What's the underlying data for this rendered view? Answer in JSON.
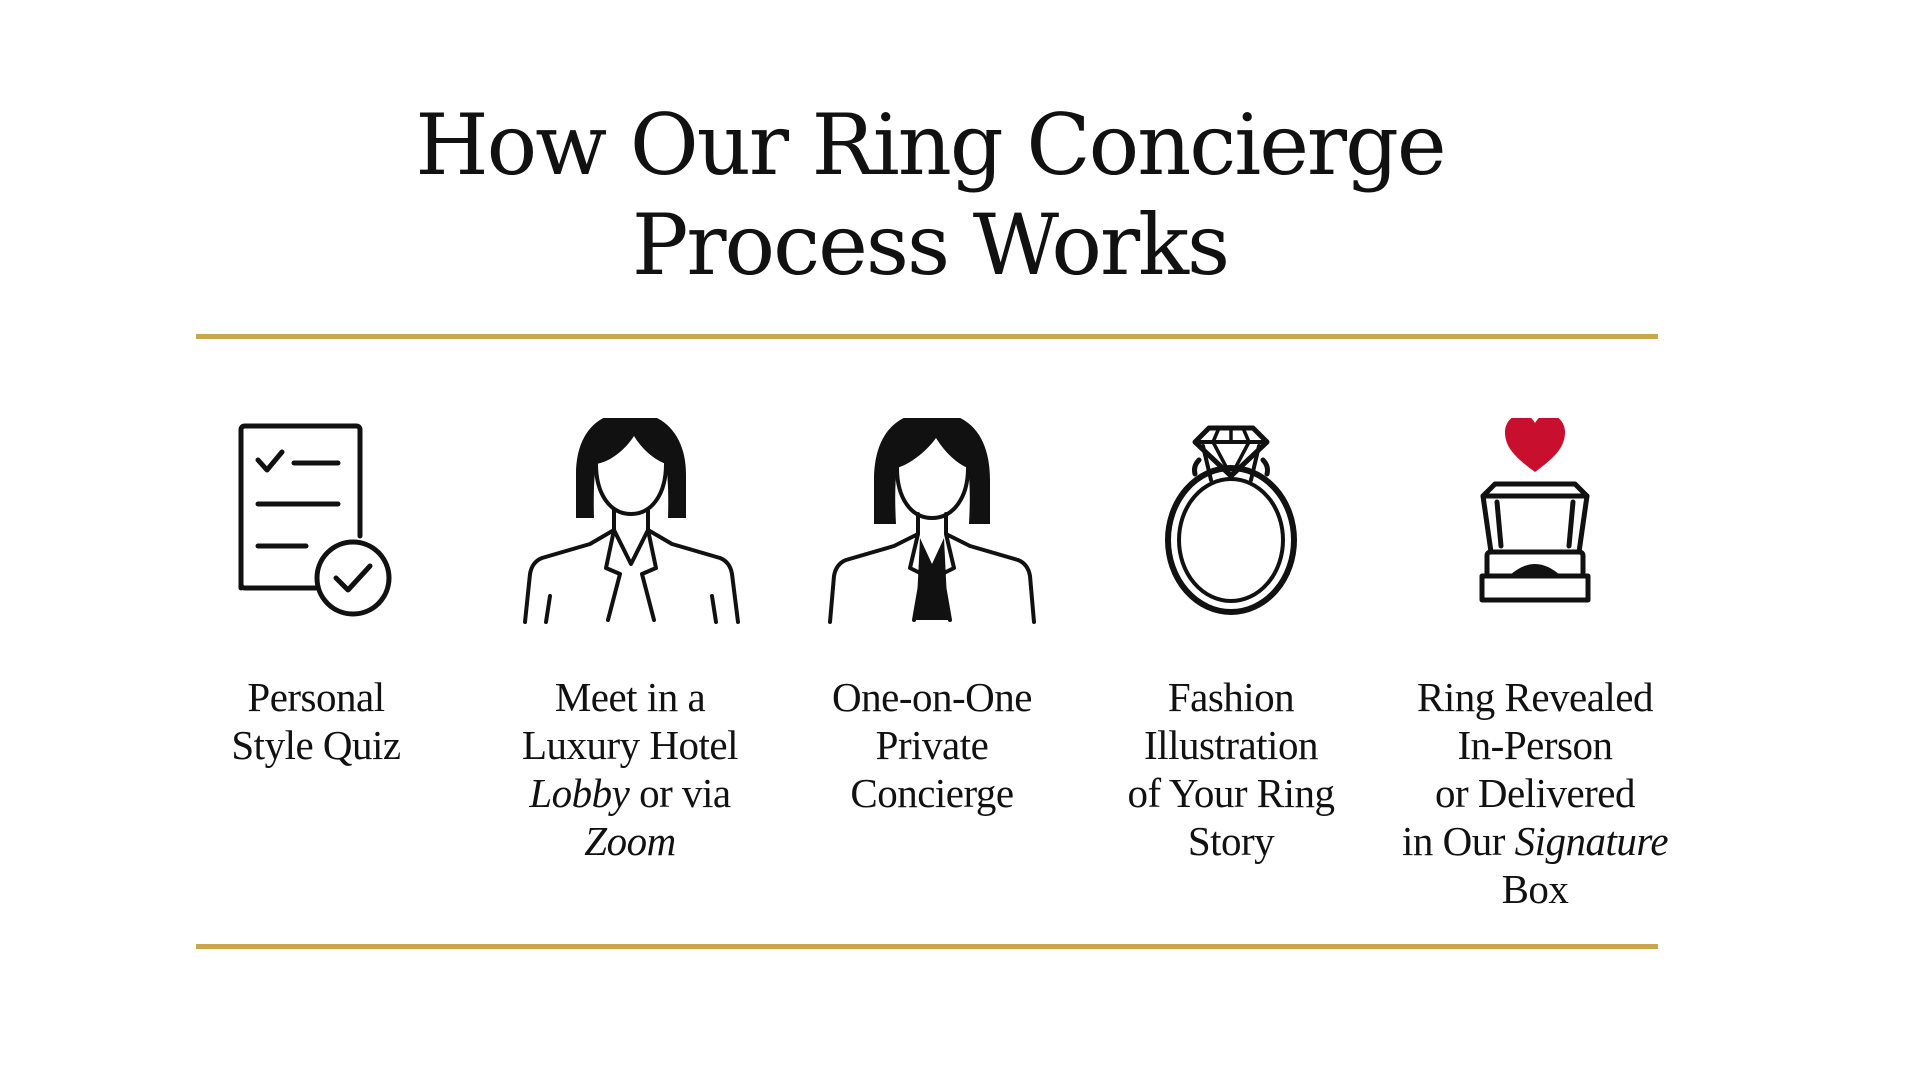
{
  "title": {
    "line1": "How Our Ring Concierge",
    "line2": "Process Works"
  },
  "colors": {
    "accent_gold": "#c9a84c",
    "heart_red": "#c8102e",
    "ink": "#111111"
  },
  "steps": [
    {
      "icon": "checklist-icon",
      "lines": [
        "Personal",
        "Style Quiz"
      ]
    },
    {
      "icon": "consultant-woman-icon",
      "line1": "Meet in a",
      "line2": "Luxury Hotel",
      "line3_em1": "Lobby",
      "line3_mid": " or via ",
      "line3_em2": "Zoom"
    },
    {
      "icon": "concierge-woman-icon",
      "lines": [
        "One-on-One",
        "Private",
        "Concierge"
      ]
    },
    {
      "icon": "diamond-ring-icon",
      "lines": [
        "Fashion",
        "Illustration",
        "of Your Ring",
        "Story"
      ]
    },
    {
      "icon": "ring-box-heart-icon",
      "line1": "Ring Revealed",
      "line2": "In-Person",
      "line3": "or Delivered",
      "line4_pre": "in Our ",
      "line4_em": "Signature",
      "line5": "Box"
    }
  ]
}
